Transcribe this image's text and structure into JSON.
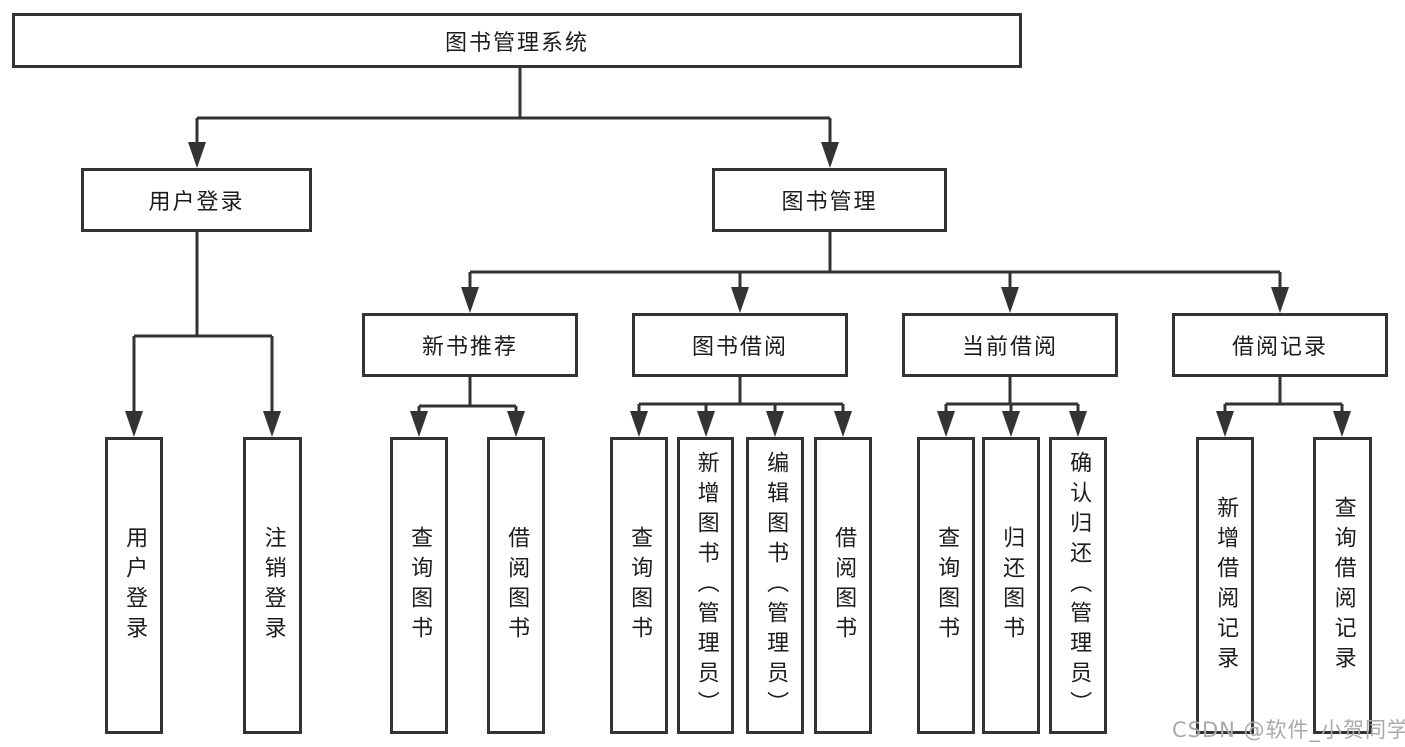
{
  "tree": {
    "label": "图书管理系统",
    "children": [
      {
        "label": "用户登录",
        "children": [
          {
            "label": "用户登录"
          },
          {
            "label": "注销登录"
          }
        ]
      },
      {
        "label": "图书管理",
        "children": [
          {
            "label": "新书推荐",
            "children": [
              {
                "label": "查询图书"
              },
              {
                "label": "借阅图书"
              }
            ]
          },
          {
            "label": "图书借阅",
            "children": [
              {
                "label": "查询图书"
              },
              {
                "label": "新增图书（管理员）"
              },
              {
                "label": "编辑图书（管理员）"
              },
              {
                "label": "借阅图书"
              }
            ]
          },
          {
            "label": "当前借阅",
            "children": [
              {
                "label": "查询图书"
              },
              {
                "label": "归还图书"
              },
              {
                "label": "确认归还（管理员）"
              }
            ]
          },
          {
            "label": "借阅记录",
            "children": [
              {
                "label": "新增借阅记录"
              },
              {
                "label": "查询借阅记录"
              }
            ]
          }
        ]
      }
    ]
  },
  "watermark": "CSDN @软件_小贺同学",
  "colors": {
    "line": "#333333",
    "box_border": "#333333",
    "text": "#1c1c1c",
    "background": "#ffffff",
    "watermark": "#aaaaaa"
  }
}
